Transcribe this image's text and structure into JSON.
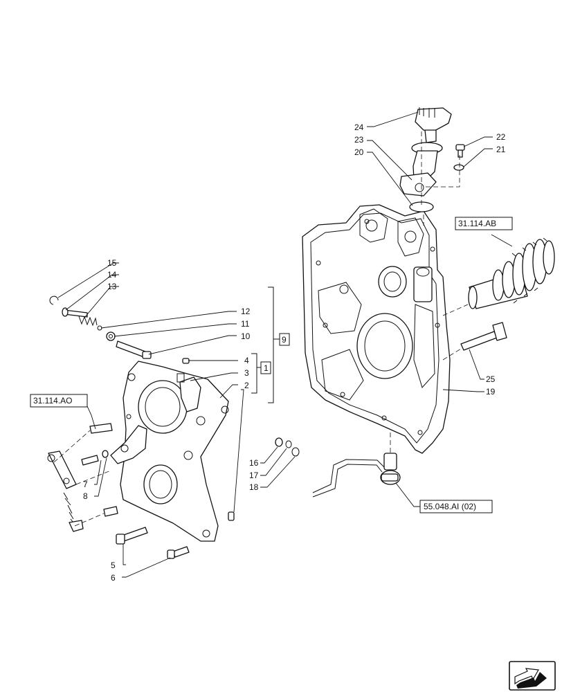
{
  "callouts": {
    "c1": "1",
    "c2": "2",
    "c3": "3",
    "c4": "4",
    "c5": "5",
    "c6": "6",
    "c7": "7",
    "c8": "8",
    "c9": "9",
    "c10": "10",
    "c11": "11",
    "c12": "12",
    "c13": "13",
    "c14": "14",
    "c15": "15",
    "c16": "16",
    "c17": "17",
    "c18": "18",
    "c19": "19",
    "c20": "20",
    "c21": "21",
    "c22": "22",
    "c23": "23",
    "c24": "24",
    "c25": "25"
  },
  "references": {
    "ref_31_114_ao": "31.114.AO",
    "ref_31_114_ab": "31.114.AB",
    "ref_55_048_ai": "55.048.AI (02)"
  },
  "nav_icon": "previous-page-arrow-icon"
}
